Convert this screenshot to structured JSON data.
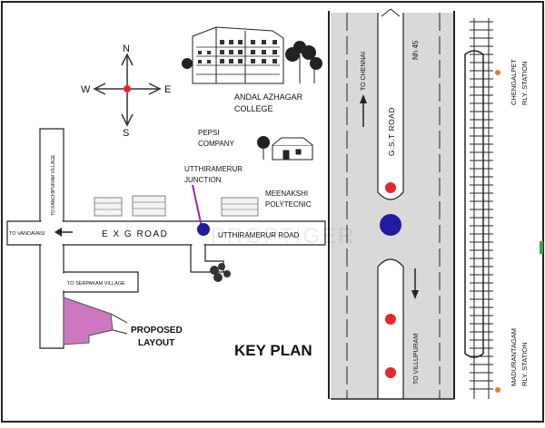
{
  "compass": {
    "north": "N",
    "south": "S",
    "east": "E",
    "west": "W"
  },
  "landmarks": {
    "andal_line1": "ANDAL AZHAGAR",
    "andal_line2": "COLLEGE",
    "pepsi_line1": "PEPSI",
    "pepsi_line2": "COMPANY",
    "junction_line1": "UTTHIRAMERUR",
    "junction_line2": "JUNCTION",
    "meenakshi_line1": "MEENAKSHI",
    "meenakshi_line2": "POLYTECNIC"
  },
  "roads": {
    "exg": "E X G ROAD",
    "utthiramerur": "UTTHIRAMERUR ROAD",
    "to_vandavasi": "TO VANDAVASI",
    "to_kanchipuram": "TO KANCHIPURAM VILLAGE",
    "to_serpakkam": "TO SERPAKAM VILLAGE",
    "to_chennai": "TO CHENNAI",
    "gst": "G.S.T ROAD",
    "nh": "Nh 45",
    "to_villupuram": "TO VILLUPURAM"
  },
  "stations": {
    "chengalpet_line1": "CHENGALPET",
    "chengalpet_line2": "RLY. STATION",
    "madurantagam_line1": "MADURANTAGAM",
    "madurantagam_line2": "RLY. STATION"
  },
  "proposed": {
    "line1": "PROPOSED",
    "line2": "LAYOUT"
  },
  "key_plan": "KEY PLAN",
  "watermark": "PROPTIGER",
  "colors": {
    "road_gray": "#d9d9d9",
    "marker_red": "#e8272b",
    "site_blue": "#1f1d9e",
    "layout_pink": "#cc77c0",
    "junction_purple": "#9b2a9b",
    "station_orange": "#f07820"
  }
}
